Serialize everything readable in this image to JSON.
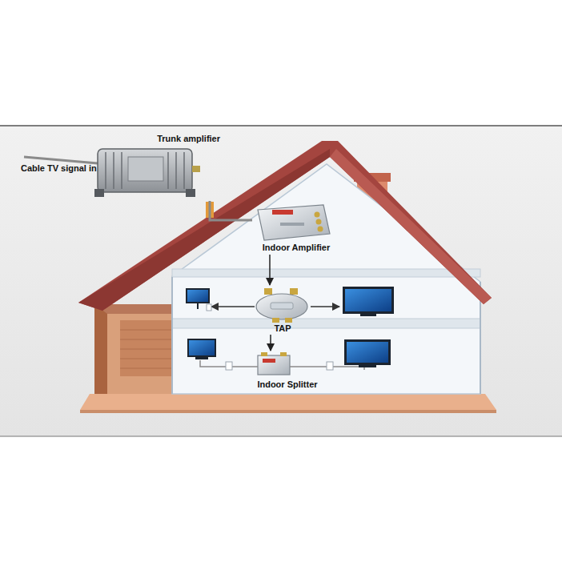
{
  "diagram": {
    "nodes": [
      {
        "text": [
          "Trunk amplifier"
        ]
      },
      {
        "text": [
          "Indoor Amplifier"
        ]
      },
      {
        "text": [
          "TAP"
        ]
      },
      {
        "text": [
          "Indoor Splitter"
        ]
      }
    ],
    "edges": [
      {
        "from": 0,
        "to": 1,
        "arrow": "none"
      },
      {
        "from": 1,
        "to": 2,
        "arrow": "to"
      },
      {
        "from": 2,
        "to": 3,
        "arrow": "to"
      }
    ],
    "labels": [
      "Cable TV signal in"
    ]
  }
}
